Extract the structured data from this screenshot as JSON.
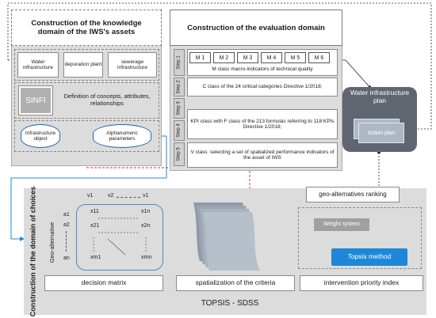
{
  "knowledge": {
    "title_line1": "Construction of the knowledge",
    "title_line2": "domain of the IWS's assets",
    "boxes": [
      "Water infrastructure",
      "depuration plant",
      "sewerage infrastructure"
    ],
    "sinfi": "SINFI",
    "definition": "Definition of concepts, attributes, relationships",
    "cyl_left": "Infrastructure object",
    "cyl_right": "Alphanumeric parameters"
  },
  "evaluation": {
    "title": "Construction of the evaluation domain",
    "steps": [
      "Step 1",
      "Step 2",
      "Step 3",
      "Step 4",
      "Step 5"
    ],
    "m_cells": [
      "M 1",
      "M 2",
      "M 3",
      "M 4",
      "M 5",
      "M 6"
    ],
    "m_caption": "M class macro-indicators of technical quality",
    "step2": "C class of the 24 critical categories Directive 1/2018;",
    "step3": "KPI class with F class of the 213 formulas referring to 118 KPIs Directive 1/2018;",
    "step4": "V class: selecting a set of spatialized performance indicators of the asset of IWS"
  },
  "water_plan": {
    "title": "Water infrastructure plan",
    "action": "Action plan"
  },
  "choices": {
    "side_label": "Construction of the domain of choices",
    "geo_alt_label": "Geo-alternative",
    "col_headers": [
      "v1",
      "v2",
      "v1"
    ],
    "row_headers": [
      "a1",
      "a2",
      "an"
    ],
    "cells": [
      "x11",
      "x1n",
      "x21",
      "x2n",
      "xm1",
      "xmn"
    ],
    "ranking": "geo-alternatives ranking",
    "weight": "Weight system",
    "topsis": "Topsis method",
    "footer_labels": [
      "decision matrix",
      "spatialization of the criteria",
      "intervention priority index"
    ],
    "bottom_title": "TOPSIS - SDSS"
  },
  "colors": {
    "accent_blue": "#1e88d8",
    "red_arrow": "#e03030",
    "panel": "#dcdcdc",
    "dark_panel": "#5f6670"
  }
}
